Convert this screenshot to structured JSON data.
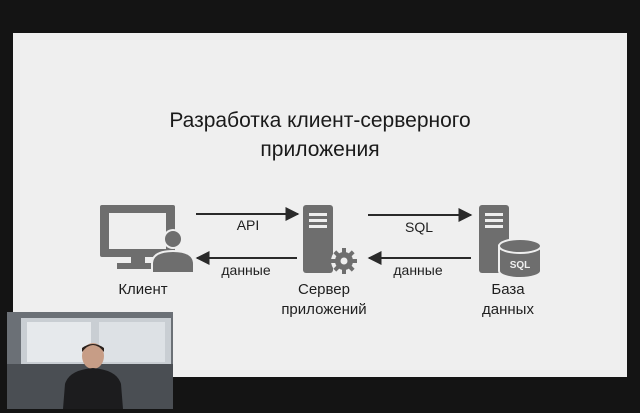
{
  "slide": {
    "title_line1": "Разработка клиент-серверного",
    "title_line2": "приложения"
  },
  "nodes": {
    "client": {
      "label": "Клиент",
      "icon": "computer-user-icon"
    },
    "server": {
      "label_line1": "Сервер",
      "label_line2": "приложений",
      "icon": "server-gear-icon"
    },
    "database": {
      "label_line1": "База",
      "label_line2": "данных",
      "icon": "server-database-icon",
      "badge": "SQL"
    }
  },
  "edges": {
    "client_to_server": "API",
    "server_to_client": "данные",
    "server_to_db": "SQL",
    "db_to_server": "данные"
  },
  "colors": {
    "icon_gray": "#6e6e6e",
    "slide_bg": "#efefef",
    "frame_bg": "#141414"
  }
}
